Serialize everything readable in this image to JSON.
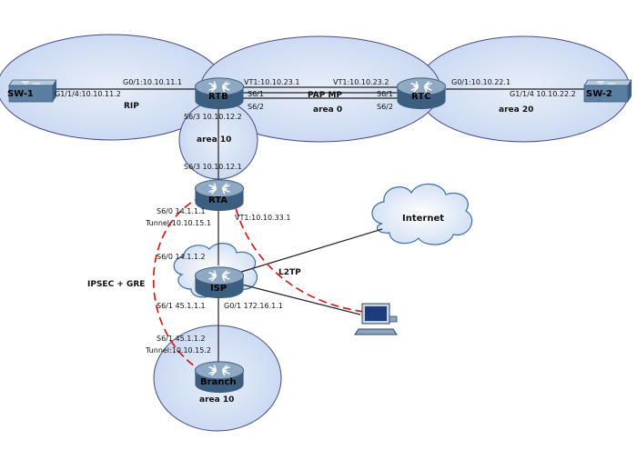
{
  "devices": {
    "sw1": "SW-1",
    "sw2": "SW-2",
    "rtb": "RTB",
    "rtc": "RTC",
    "rta": "RTA",
    "isp": "ISP",
    "branch": "Branch",
    "internet": "Internet"
  },
  "areas": {
    "rip": "RIP",
    "area0": "area 0",
    "area20": "area 20",
    "area10_top": "area 10",
    "area10_bottom": "area 10"
  },
  "links": {
    "pap_mp": "PAP MP",
    "ipsec_gre": "IPSEC + GRE",
    "l2tp": "L2TP"
  },
  "interfaces": {
    "rtb_g01": "G0/1:10.10.11.1",
    "sw1_g114": "G1/1/4:10.10.11.2",
    "rtb_vt1": "VT1:10.10.23.1",
    "rtb_s61": "S6/1",
    "rtb_s62": "S6/2",
    "rtb_s63": "S6/3 10.10.12.2",
    "rtc_vt1": "VT1:10.10.23.2",
    "rtc_s61": "S6/1",
    "rtc_s62": "S6/2",
    "rtc_g01": "G0/1:10.10.22.1",
    "sw2_g114": "G1/1/4 10.10.22.2",
    "rta_s63": "S6/3 10.10.12.1",
    "rta_s60": "S6/0 14.1.1.1",
    "rta_tunnel": "Tunnel:10.10.15.1",
    "rta_vt1": "VT1:10.10.33.1",
    "isp_s60": "S6/0 14.1.1.2",
    "isp_s61": "S6/1 45.1.1.1",
    "isp_g01": "G0/1 172.16.1.1",
    "branch_s61": "S6/1 45.1.1.2",
    "branch_tunnel": "Tunnel:10.10.15.2"
  },
  "colors": {
    "area_fill": "#cfdcf2",
    "area_stroke": "#4a4a8a",
    "router_body": "#4b6f8e",
    "router_top": "#9fb6cc",
    "tunnel_line": "#d01010",
    "cloud_fill": "#e6eef9",
    "cloud_stroke": "#3d6da5"
  }
}
